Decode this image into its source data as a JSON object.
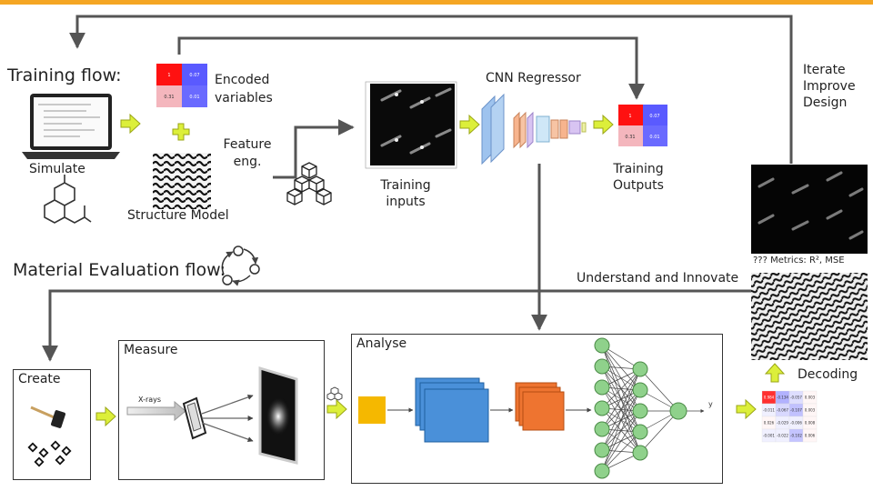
{
  "training_flow": {
    "title": "Training flow:",
    "simulate": "Simulate",
    "encoded_variables": "Encoded variables",
    "feature_eng": "Feature eng.",
    "structure_model": "Structure Model",
    "training_inputs": "Training inputs",
    "cnn_regressor": "CNN Regressor",
    "training_outputs": "Training Outputs",
    "iterate": "Iterate Improve Design"
  },
  "evaluation_flow": {
    "title": "Material Evaluation flow:",
    "metrics": "??? Metrics: R², MSE",
    "understand": "Understand and Innovate",
    "create": "Create",
    "measure": "Measure",
    "xrays": "X-rays",
    "analyse": "Analyse",
    "nn_output": "y",
    "decoding": "Decoding"
  },
  "matrix_small": [
    "1",
    "0.07",
    "0.31",
    "0.01"
  ],
  "decoded_matrix": [
    [
      "0.984",
      "-0.134",
      "-0.057",
      "0.003"
    ],
    [
      "-0.011",
      "-0.067",
      "-0.107",
      "0.003"
    ],
    [
      "0.026",
      "-0.029",
      "-0.006",
      "0.008"
    ],
    [
      "-0.001",
      "-0.022",
      "-0.102",
      "0.006"
    ]
  ],
  "colors": {
    "accent_bar": "#f5a623",
    "arrow_yellow": "#dcef3a",
    "positive_red": "#ff2a2a",
    "negative_blue": "#5a5aff",
    "network_node": "#8fd18b"
  }
}
